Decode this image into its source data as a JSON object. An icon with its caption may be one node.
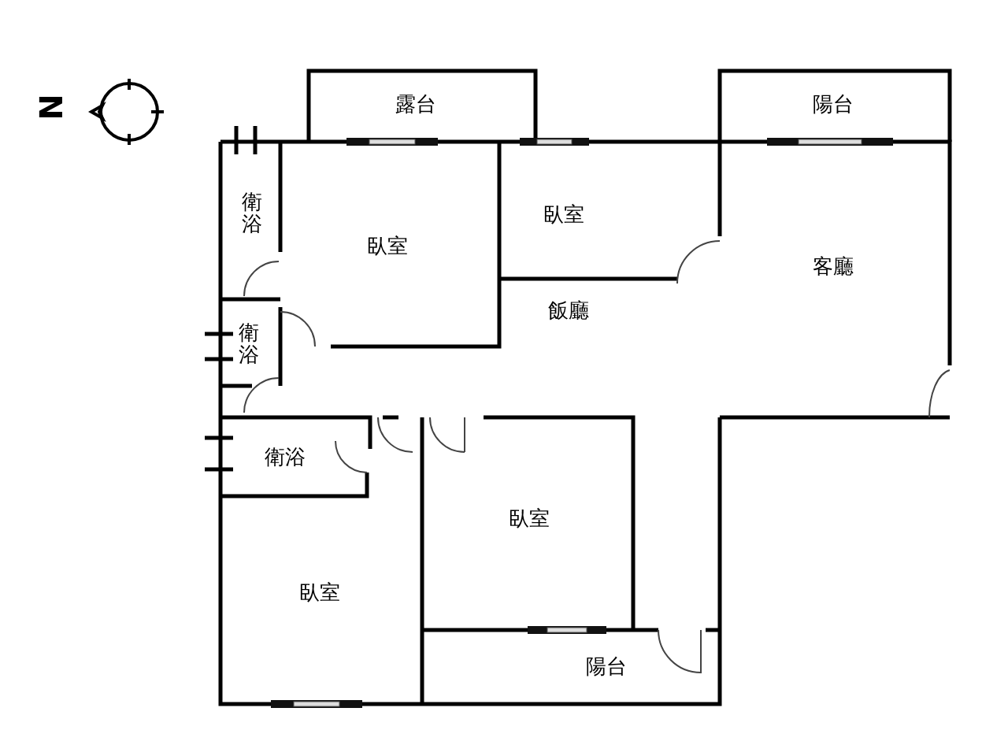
{
  "diagram": {
    "nodes": [
      {
        "text": [
          "露台"
        ]
      },
      {
        "text": [
          "陽台"
        ]
      },
      {
        "text": [
          "衛浴"
        ]
      },
      {
        "text": [
          "臥室"
        ]
      },
      {
        "text": [
          "臥室"
        ]
      },
      {
        "text": [
          "客廳"
        ]
      },
      {
        "text": [
          "飯廳"
        ]
      },
      {
        "text": [
          "衛浴"
        ]
      },
      {
        "text": [
          "衛浴"
        ]
      },
      {
        "text": [
          "臥室"
        ]
      },
      {
        "text": [
          "臥室"
        ]
      },
      {
        "text": [
          "陽台"
        ]
      }
    ],
    "labels": [
      "N"
    ]
  }
}
